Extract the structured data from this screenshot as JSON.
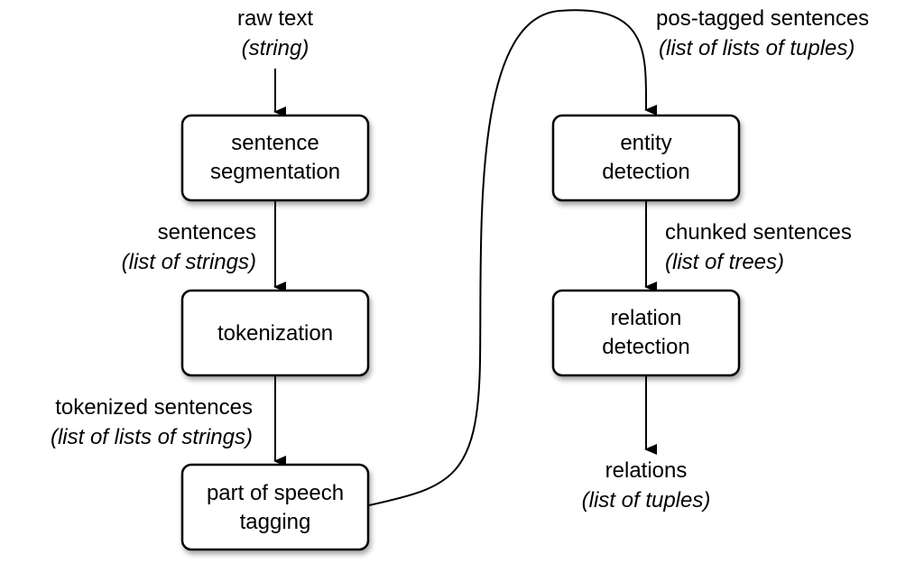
{
  "diagram": {
    "nodes": {
      "sentence_segmentation": {
        "line1": "sentence",
        "line2": "segmentation"
      },
      "tokenization": {
        "line1": "tokenization"
      },
      "pos_tagging": {
        "line1": "part of speech",
        "line2": "tagging"
      },
      "entity_detection": {
        "line1": "entity",
        "line2": "detection"
      },
      "relation_detection": {
        "line1": "relation",
        "line2": "detection"
      }
    },
    "labels": {
      "raw_text": {
        "name": "raw text",
        "type": "(string)"
      },
      "sentences": {
        "name": "sentences",
        "type": "(list of strings)"
      },
      "tokenized_sentences": {
        "name": "tokenized sentences",
        "type": "(list of lists of strings)"
      },
      "pos_tagged_sentences": {
        "name": "pos-tagged sentences",
        "type": "(list of lists of tuples)"
      },
      "chunked_sentences": {
        "name": "chunked sentences",
        "type": "(list of trees)"
      },
      "relations": {
        "name": "relations",
        "type": "(list of tuples)"
      }
    },
    "edges": [
      {
        "from": "raw_text",
        "to": "sentence_segmentation"
      },
      {
        "from": "sentence_segmentation",
        "to": "tokenization",
        "label": "sentences"
      },
      {
        "from": "tokenization",
        "to": "pos_tagging",
        "label": "tokenized_sentences"
      },
      {
        "from": "pos_tagging",
        "to": "entity_detection",
        "label": "pos_tagged_sentences"
      },
      {
        "from": "entity_detection",
        "to": "relation_detection",
        "label": "chunked_sentences"
      },
      {
        "from": "relation_detection",
        "to": "relations"
      }
    ]
  }
}
